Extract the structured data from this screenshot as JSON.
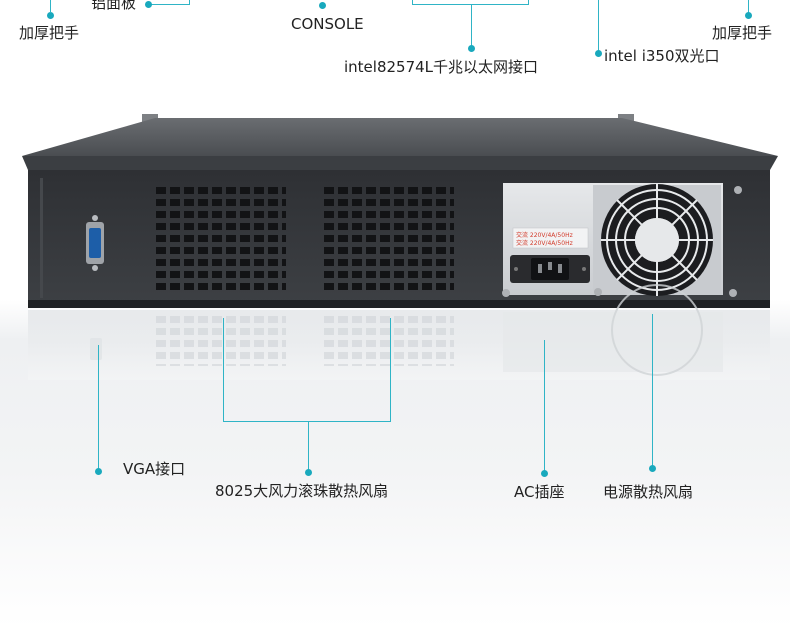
{
  "labels": {
    "panel": "铝面板",
    "handle_left": "加厚把手",
    "console": "CONSOLE",
    "nic_82574l": "intel82574L千兆以太网接口",
    "nic_i350": "intel i350双光口",
    "handle_right": "加厚把手",
    "vga": "VGA接口",
    "fans": "8025大风力滚珠散热风扇",
    "ac": "AC插座",
    "psu_fan": "电源散热风扇"
  },
  "psu_sticker": {
    "line1": "交流 220V/4A/50Hz",
    "line2": "交流 220V/4A/50Hz"
  },
  "colors": {
    "accent": "#19a9bd",
    "chassis_dark": "#3a3c40",
    "chassis_top": "#55585c",
    "psu_silver": "#d9dbdd"
  }
}
